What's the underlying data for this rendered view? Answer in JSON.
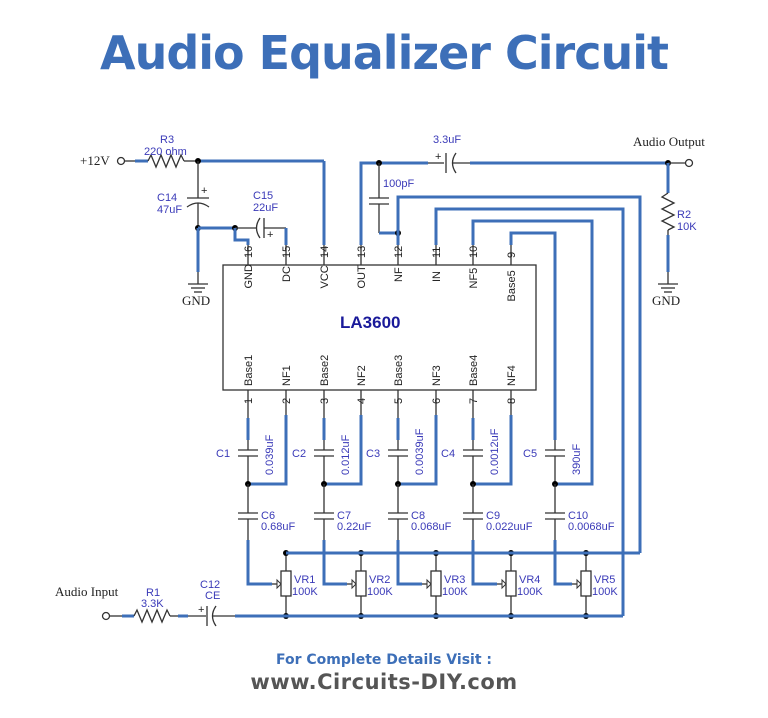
{
  "title": "Audio Equalizer Circuit",
  "footer": {
    "line1": "For Complete Details Visit :",
    "line2": "www.Circuits-DIY.com"
  },
  "colors": {
    "title": "#3d6fb8",
    "wire": "#3d6fb8",
    "label": "#3a3ab8",
    "chip_label": "#1a1a9a",
    "footer_url": "#555555"
  },
  "terminals": {
    "supply": "+12V",
    "audio_output": "Audio Output",
    "audio_input": "Audio Input",
    "gnd": "GND"
  },
  "ic": {
    "name": "LA3600",
    "top_pins": [
      {
        "num": "16",
        "name": "GND"
      },
      {
        "num": "15",
        "name": "DC"
      },
      {
        "num": "14",
        "name": "VCC"
      },
      {
        "num": "13",
        "name": "OUT"
      },
      {
        "num": "12",
        "name": "NF"
      },
      {
        "num": "11",
        "name": "IN"
      },
      {
        "num": "10",
        "name": "NF5"
      },
      {
        "num": "9",
        "name": "Base5"
      }
    ],
    "bottom_pins": [
      {
        "num": "1",
        "name": "Base1"
      },
      {
        "num": "2",
        "name": "NF1"
      },
      {
        "num": "3",
        "name": "Base2"
      },
      {
        "num": "4",
        "name": "NF2"
      },
      {
        "num": "5",
        "name": "Base3"
      },
      {
        "num": "6",
        "name": "NF3"
      },
      {
        "num": "7",
        "name": "Base4"
      },
      {
        "num": "8",
        "name": "NF4"
      }
    ]
  },
  "components": {
    "R3": {
      "ref": "R3",
      "value": "220 ohm"
    },
    "C14": {
      "ref": "C14",
      "value": "47uF"
    },
    "C15": {
      "ref": "C15",
      "value": "22uF"
    },
    "Cout": {
      "value": "3.3uF"
    },
    "C100p": {
      "value": "100pF"
    },
    "R2": {
      "ref": "R2",
      "value": "10K"
    },
    "R1": {
      "ref": "R1",
      "value": "3.3K"
    },
    "C12": {
      "ref": "C12",
      "value": "CE"
    },
    "band_caps_top": [
      {
        "ref": "C1",
        "value": "0.039uF"
      },
      {
        "ref": "C2",
        "value": "0.012uF"
      },
      {
        "ref": "C3",
        "value": "0.0039uF"
      },
      {
        "ref": "C4",
        "value": "0.0012uF"
      },
      {
        "ref": "C5",
        "value": "390uF"
      }
    ],
    "band_caps_bottom": [
      {
        "ref": "C6",
        "value": "0.68uF"
      },
      {
        "ref": "C7",
        "value": "0.22uF"
      },
      {
        "ref": "C8",
        "value": "0.068uF"
      },
      {
        "ref": "C9",
        "value": "0.022uuF"
      },
      {
        "ref": "C10",
        "value": "0.0068uF"
      }
    ],
    "pots": [
      {
        "ref": "VR1",
        "value": "100K"
      },
      {
        "ref": "VR2",
        "value": "100K"
      },
      {
        "ref": "VR3",
        "value": "100K"
      },
      {
        "ref": "VR4",
        "value": "100K"
      },
      {
        "ref": "VR5",
        "value": "100K"
      }
    ]
  }
}
